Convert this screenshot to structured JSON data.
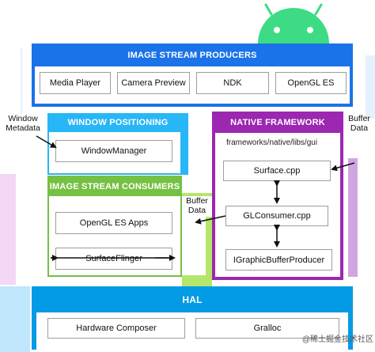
{
  "producers": {
    "title": "IMAGE STREAM PRODUCERS",
    "items": [
      "Media Player",
      "Camera Preview",
      "NDK",
      "OpenGL ES"
    ]
  },
  "window_positioning": {
    "title": "WINDOW POSITIONING",
    "item": "WindowManager"
  },
  "native_framework": {
    "title": "NATIVE FRAMEWORK",
    "path": "frameworks/native/libs/gui",
    "items": [
      "Surface.cpp",
      "GLConsumer.cpp",
      "IGraphicBufferProducer"
    ]
  },
  "consumers": {
    "title": "IMAGE STREAM CONSUMERS",
    "items": [
      "OpenGL ES Apps",
      "SurfaceFlinger"
    ]
  },
  "hal": {
    "title": "HAL",
    "items": [
      "Hardware Composer",
      "Gralloc"
    ]
  },
  "labels": {
    "window_metadata_1": "Window",
    "window_metadata_2": "Metadata",
    "buffer_data_right_1": "Buffer",
    "buffer_data_right_2": "Data",
    "buffer_data_mid_1": "Buffer",
    "buffer_data_mid_2": "Data"
  },
  "watermark": "@稀土掘金技术社区",
  "colors": {
    "producers": "#1a73e8",
    "window": "#29b6f6",
    "native": "#9c27b0",
    "consumers": "#76c043",
    "hal": "#039be5",
    "android": "#3ddc84"
  }
}
